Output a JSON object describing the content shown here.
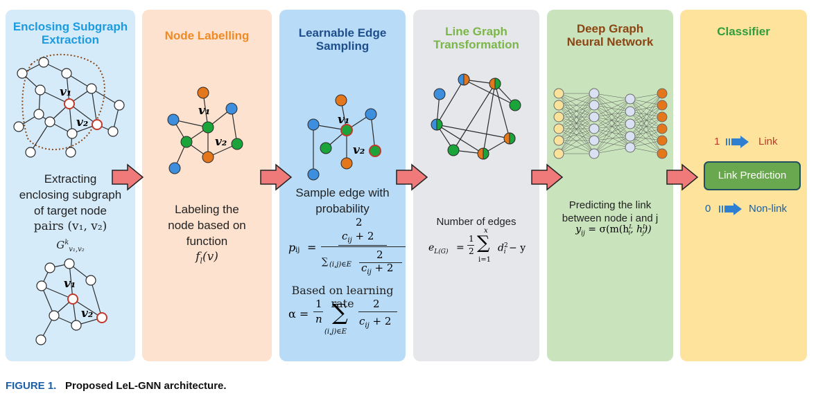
{
  "panels": [
    {
      "title_line1": "Enclosing Subgraph",
      "title_line2": "Extraction",
      "color": "#1b9be0",
      "desc": [
        "Extracting",
        "enclosing subgraph",
        "of target node",
        "pairs (v₁, v₂)"
      ],
      "subgraph_label": "G",
      "subgraph_sup": "k",
      "subgraph_sub": "v₁,v₂"
    },
    {
      "title_line1": "Node Labelling",
      "title_line2": "",
      "color": "#f08a24",
      "desc": [
        "Labeling the",
        "node based on",
        "function"
      ],
      "func": "f",
      "func_sub": "l",
      "func_arg": "(v)"
    },
    {
      "title_line1": "Learnable Edge",
      "title_line2": "Sampling",
      "color": "#1f4e8c",
      "desc_line1": "Sample edge with",
      "desc_line2": "probability",
      "desc_line3": "Based on learning rate"
    },
    {
      "title_line1": "Line Graph",
      "title_line2": "Transformation",
      "color": "#7ab648",
      "desc": "Number of edges"
    },
    {
      "title_line1": "Deep Graph",
      "title_line2": "Neural Network",
      "color": "#8b4513",
      "desc": [
        "Predicting the link",
        "between node i and j"
      ]
    },
    {
      "title_line1": "Classifier",
      "title_line2": "",
      "color": "#2e9e3e"
    }
  ],
  "nodes": {
    "v1": "v₁",
    "v2": "v₂"
  },
  "formulas": {
    "p_lhs": "p",
    "p_sub": "ij",
    "two": "2",
    "c": "c",
    "c_sub": "ij",
    "plus2": "+ 2",
    "sum_sub": "(i,j)∈E",
    "alpha": "α =",
    "one": "1",
    "n": "n",
    "e_lhs": "e",
    "e_sub": "L(G)",
    "x": "x",
    "i1": "i=1",
    "d": "d",
    "minus_y": "− y",
    "y_lhs": "y",
    "y_rhs": "= σ(m(h",
    "L": "L"
  },
  "classifier": {
    "one": "1",
    "link": "Link",
    "zero": "0",
    "nonlink": "Non-link",
    "button": "Link Prediction",
    "link_color": "#c0392b",
    "nonlink_color": "#1a5fa6"
  },
  "caption": {
    "label": "FIGURE 1.",
    "text": "Proposed LeL-GNN architecture."
  },
  "colors": {
    "blue": "#3d8fde",
    "orange": "#e4761b",
    "green": "#1aa43a",
    "red": "#c0392b",
    "yellow": "#fbe29a",
    "lavender": "#d9e1f2"
  }
}
